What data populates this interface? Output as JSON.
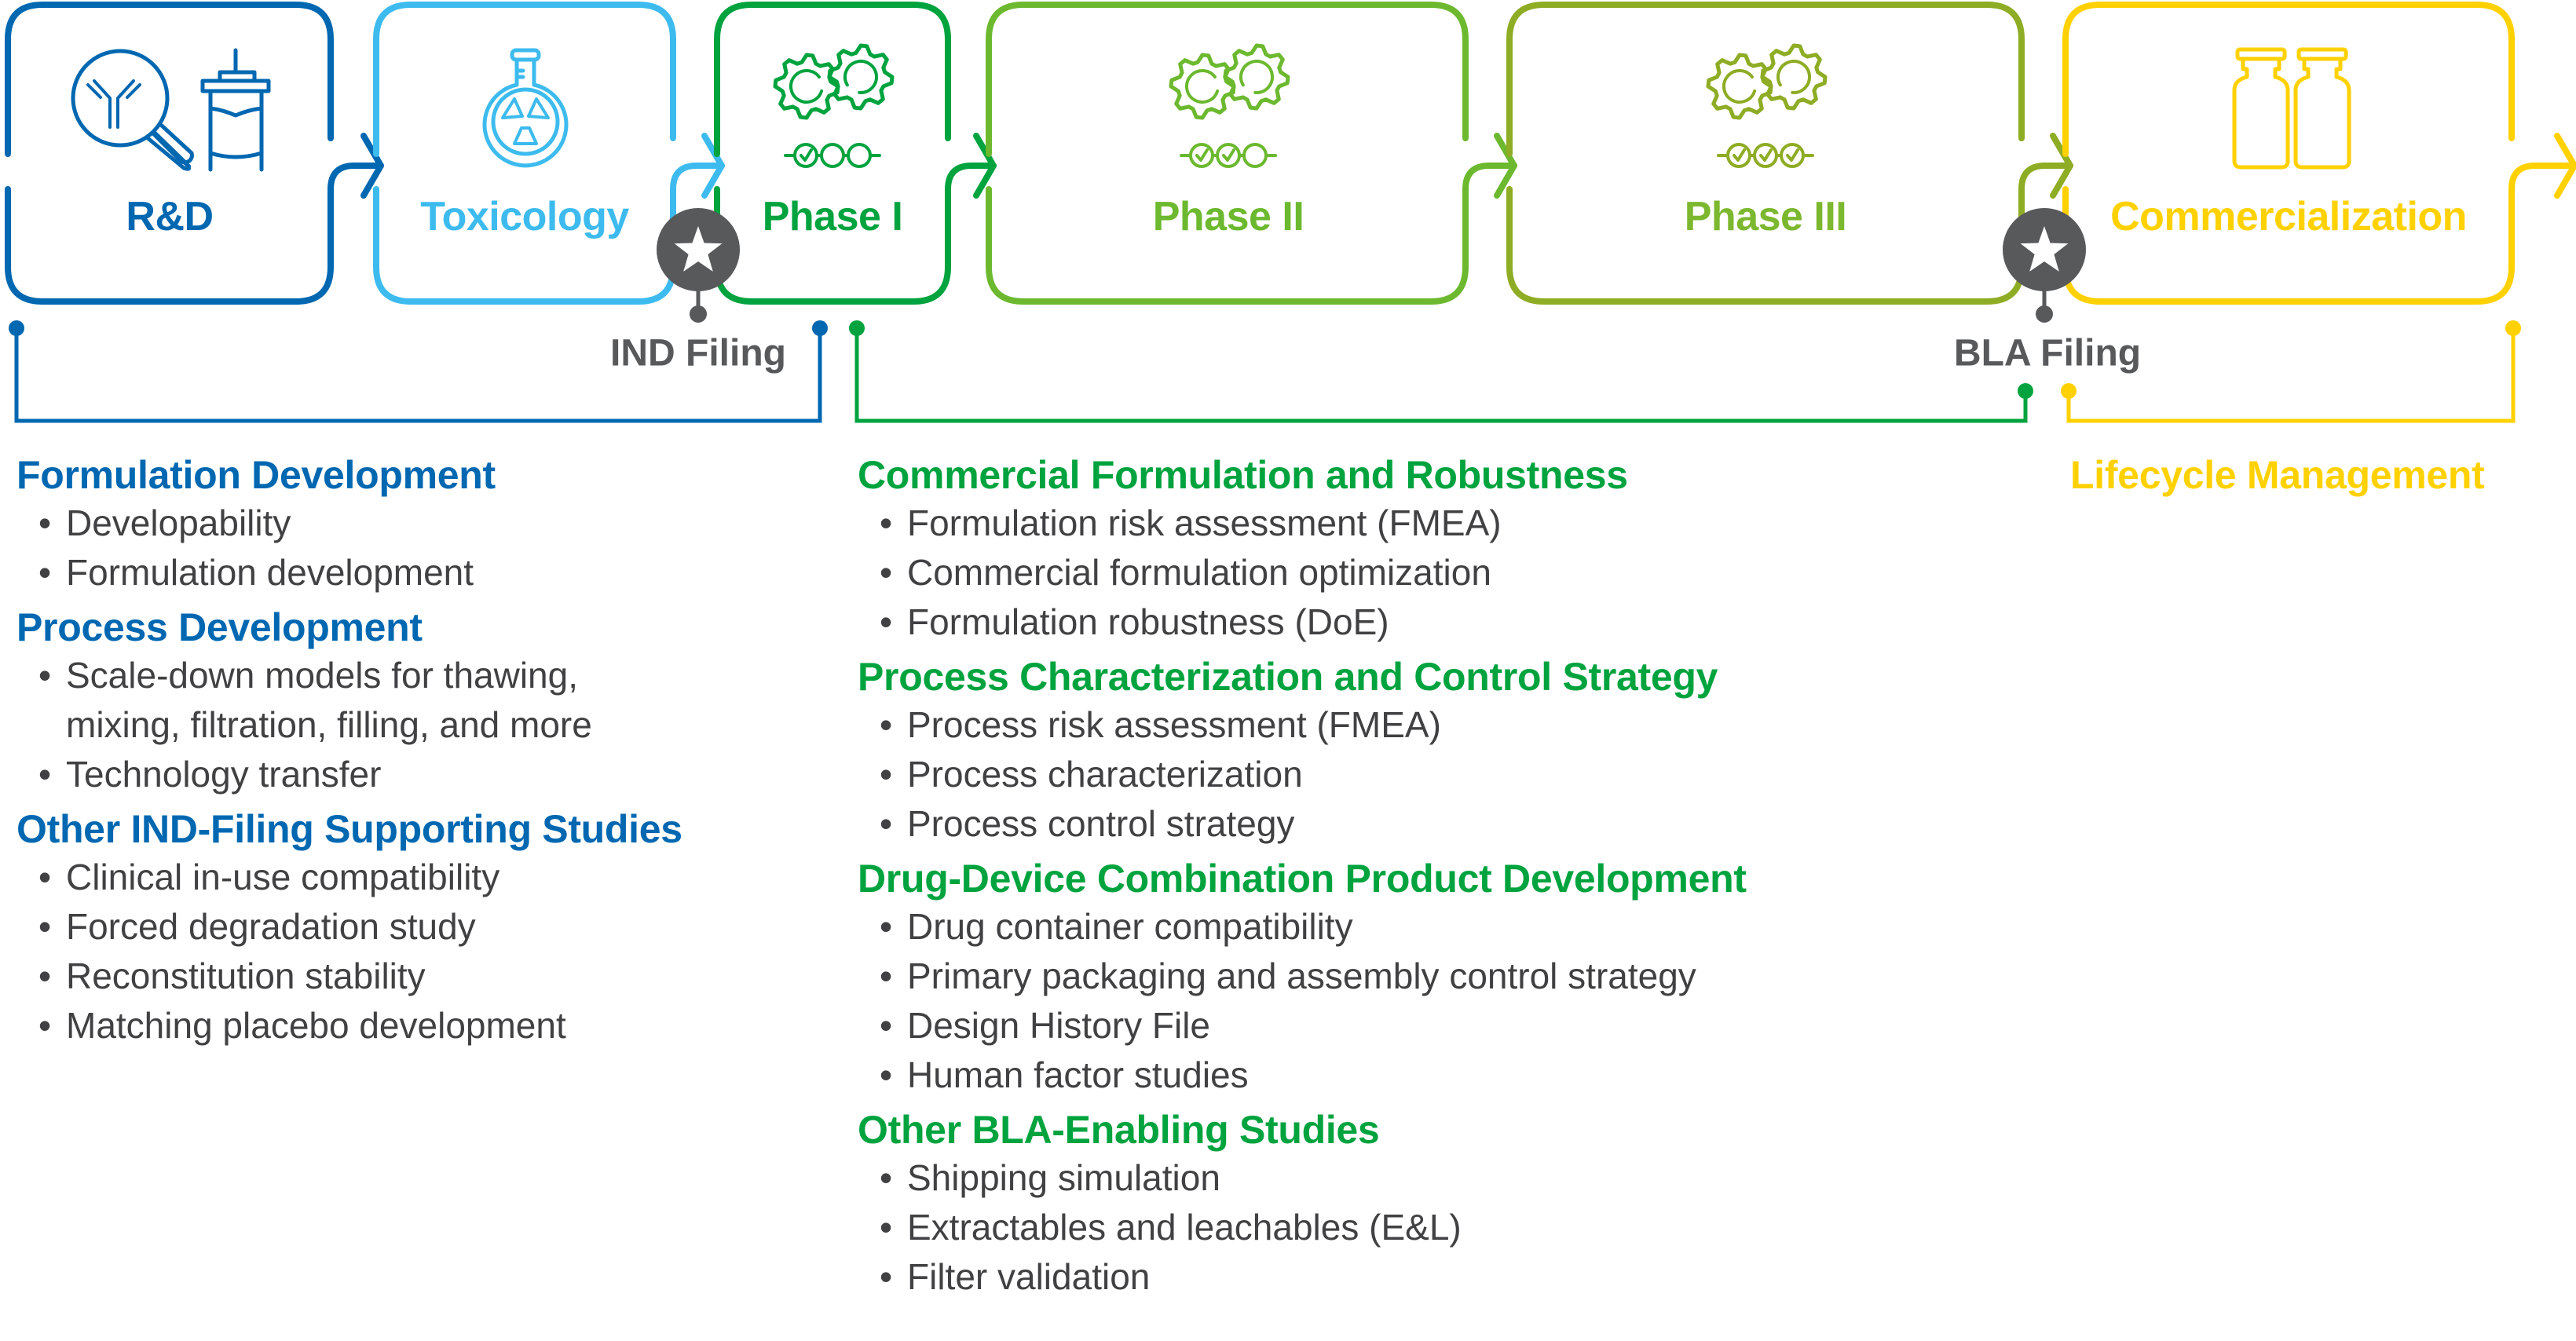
{
  "colors": {
    "rnd": "#0067b1",
    "toxicology": "#3dbbee",
    "phase1": "#00a33e",
    "phase2": "#6cb92f",
    "phase3": "#8eac24",
    "commercialization": "#ffd100",
    "milestone": "#58595b",
    "body_text": "#414042"
  },
  "stages": [
    {
      "id": "rnd",
      "label": "R&D",
      "icon": "antibody-magnifier-and-bioreactor-icon"
    },
    {
      "id": "toxicology",
      "label": "Toxicology",
      "icon": "radioactive-flask-icon"
    },
    {
      "id": "phase1",
      "label": "Phase I",
      "icon": "gears-icon",
      "checks_done": 1,
      "checks_total": 3
    },
    {
      "id": "phase2",
      "label": "Phase II",
      "icon": "gears-icon",
      "checks_done": 2,
      "checks_total": 3
    },
    {
      "id": "phase3",
      "label": "Phase III",
      "icon": "gears-icon",
      "checks_done": 3,
      "checks_total": 3
    },
    {
      "id": "commercialization",
      "label": "Commercialization",
      "icon": "vials-icon"
    }
  ],
  "milestones": [
    {
      "label": "IND Filing",
      "icon": "star-icon"
    },
    {
      "label": "BLA Filing",
      "icon": "star-icon"
    }
  ],
  "groups": {
    "preclinical": {
      "sections": [
        {
          "title": "Formulation Development",
          "items": [
            "Developability",
            "Formulation development"
          ]
        },
        {
          "title": "Process Development",
          "items": [
            "Scale-down models for thawing,\nmixing, filtration, filling, and more",
            "Technology transfer"
          ]
        },
        {
          "title": "Other IND-Filing Supporting Studies",
          "items": [
            "Clinical in-use compatibility",
            "Forced degradation study",
            "Reconstitution stability",
            "Matching placebo development"
          ]
        }
      ]
    },
    "clinical": {
      "sections": [
        {
          "title": "Commercial Formulation and Robustness",
          "items": [
            "Formulation risk assessment (FMEA)",
            "Commercial formulation optimization",
            "Formulation robustness (DoE)"
          ]
        },
        {
          "title": "Process Characterization and Control Strategy",
          "items": [
            "Process risk assessment (FMEA)",
            "Process characterization",
            "Process control strategy"
          ]
        },
        {
          "title": "Drug-Device Combination Product Development",
          "items": [
            "Drug container compatibility",
            "Primary packaging and assembly control strategy",
            "Design History File",
            "Human factor studies"
          ]
        },
        {
          "title": "Other BLA-Enabling Studies",
          "items": [
            "Shipping simulation",
            "Extractables and leachables (E&L)",
            "Filter validation"
          ]
        }
      ]
    },
    "commercial": {
      "sections": [
        {
          "title": "Lifecycle Management",
          "items": []
        }
      ]
    }
  },
  "bullet_glyph": "•"
}
